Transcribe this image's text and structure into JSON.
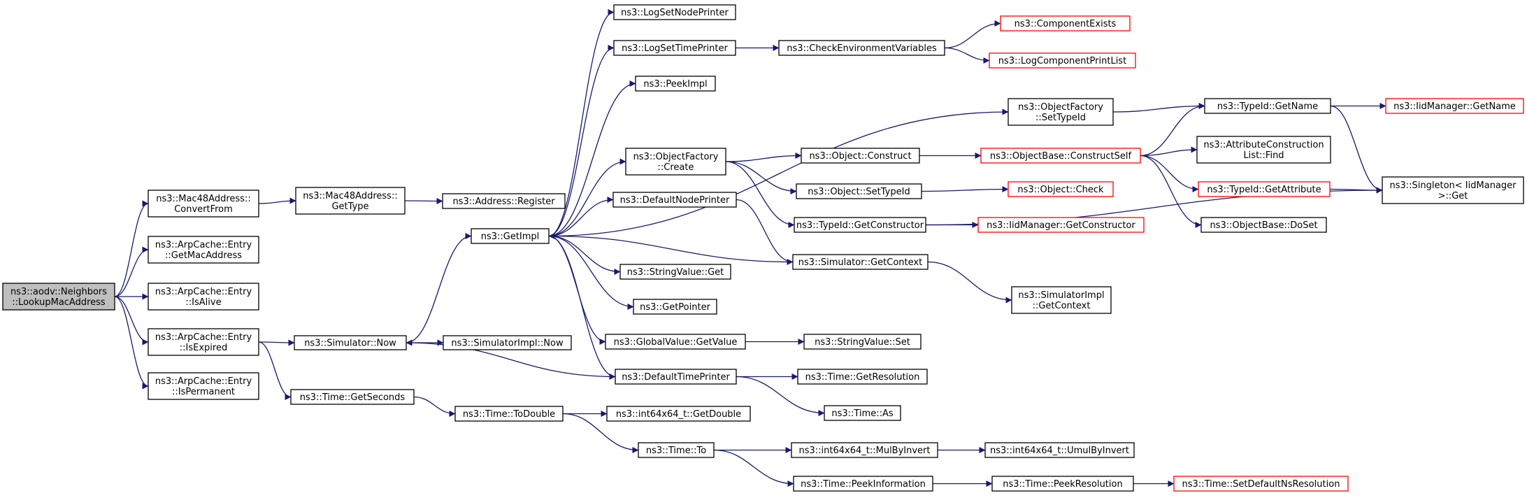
{
  "colors": {
    "edge": "#191970",
    "root_fill": "#bfbfbf",
    "external_border": "#ff0000",
    "border": "#000000"
  },
  "nodes": [
    {
      "id": "root",
      "lines": [
        "ns3::aodv::Neighbors",
        "::LookupMacAddress"
      ],
      "style": "root"
    },
    {
      "id": "m48conv",
      "lines": [
        "ns3::Mac48Address::",
        "ConvertFrom"
      ],
      "style": "normal"
    },
    {
      "id": "m48type",
      "lines": [
        "ns3::Mac48Address::",
        "GetType"
      ],
      "style": "normal"
    },
    {
      "id": "addrreg",
      "lines": [
        "ns3::Address::Register"
      ],
      "style": "normal"
    },
    {
      "id": "getmac",
      "lines": [
        "ns3::ArpCache::Entry",
        "::GetMacAddress"
      ],
      "style": "normal"
    },
    {
      "id": "isalive",
      "lines": [
        "ns3::ArpCache::Entry",
        "::IsAlive"
      ],
      "style": "normal"
    },
    {
      "id": "isexpired",
      "lines": [
        "ns3::ArpCache::Entry",
        "::IsExpired"
      ],
      "style": "normal"
    },
    {
      "id": "isperm",
      "lines": [
        "ns3::ArpCache::Entry",
        "::IsPermanent"
      ],
      "style": "normal"
    },
    {
      "id": "simnow",
      "lines": [
        "ns3::Simulator::Now"
      ],
      "style": "normal"
    },
    {
      "id": "simimplnow",
      "lines": [
        "ns3::SimulatorImpl::Now"
      ],
      "style": "normal"
    },
    {
      "id": "getsec",
      "lines": [
        "ns3::Time::GetSeconds"
      ],
      "style": "normal"
    },
    {
      "id": "todouble",
      "lines": [
        "ns3::Time::ToDouble"
      ],
      "style": "normal"
    },
    {
      "id": "getdouble",
      "lines": [
        "ns3::int64x64_t::GetDouble"
      ],
      "style": "normal"
    },
    {
      "id": "timeto",
      "lines": [
        "ns3::Time::To"
      ],
      "style": "normal"
    },
    {
      "id": "mulbyinv",
      "lines": [
        "ns3::int64x64_t::MulByInvert"
      ],
      "style": "normal"
    },
    {
      "id": "umulbyinv",
      "lines": [
        "ns3::int64x64_t::UmulByInvert"
      ],
      "style": "normal"
    },
    {
      "id": "peekinfo",
      "lines": [
        "ns3::Time::PeekInformation"
      ],
      "style": "normal"
    },
    {
      "id": "peekres",
      "lines": [
        "ns3::Time::PeekResolution"
      ],
      "style": "normal"
    },
    {
      "id": "setdefns",
      "lines": [
        "ns3::Time::SetDefaultNsResolution"
      ],
      "style": "external"
    },
    {
      "id": "getimpl",
      "lines": [
        "ns3::GetImpl"
      ],
      "style": "normal"
    },
    {
      "id": "lognode",
      "lines": [
        "ns3::LogSetNodePrinter"
      ],
      "style": "normal"
    },
    {
      "id": "logtime",
      "lines": [
        "ns3::LogSetTimePrinter"
      ],
      "style": "normal"
    },
    {
      "id": "checkenv",
      "lines": [
        "ns3::CheckEnvironmentVariables"
      ],
      "style": "normal"
    },
    {
      "id": "compexists",
      "lines": [
        "ns3::ComponentExists"
      ],
      "style": "external"
    },
    {
      "id": "logcomplist",
      "lines": [
        "ns3::LogComponentPrintList"
      ],
      "style": "external"
    },
    {
      "id": "peekimpl",
      "lines": [
        "ns3::PeekImpl"
      ],
      "style": "normal"
    },
    {
      "id": "ofsettype",
      "lines": [
        "ns3::ObjectFactory",
        "::SetTypeId"
      ],
      "style": "normal"
    },
    {
      "id": "tidgetname",
      "lines": [
        "ns3::TypeId::GetName"
      ],
      "style": "normal"
    },
    {
      "id": "iidgetname",
      "lines": [
        "ns3::IidManager::GetName"
      ],
      "style": "external"
    },
    {
      "id": "ofcreate",
      "lines": [
        "ns3::ObjectFactory",
        "::Create"
      ],
      "style": "normal"
    },
    {
      "id": "objconstruct",
      "lines": [
        "ns3::Object::Construct"
      ],
      "style": "normal"
    },
    {
      "id": "constructself",
      "lines": [
        "ns3::ObjectBase::ConstructSelf"
      ],
      "style": "external"
    },
    {
      "id": "attrlistfind",
      "lines": [
        "ns3::AttributeConstruction",
        "List::Find"
      ],
      "style": "normal"
    },
    {
      "id": "singleton",
      "lines": [
        "ns3::Singleton< IidManager",
        ">::Get"
      ],
      "style": "normal"
    },
    {
      "id": "objsettype",
      "lines": [
        "ns3::Object::SetTypeId"
      ],
      "style": "normal"
    },
    {
      "id": "objcheck",
      "lines": [
        "ns3::Object::Check"
      ],
      "style": "external"
    },
    {
      "id": "tidgetattr",
      "lines": [
        "ns3::TypeId::GetAttribute"
      ],
      "style": "external"
    },
    {
      "id": "doset",
      "lines": [
        "ns3::ObjectBase::DoSet"
      ],
      "style": "normal"
    },
    {
      "id": "tidgetctor",
      "lines": [
        "ns3::TypeId::GetConstructor"
      ],
      "style": "normal"
    },
    {
      "id": "iidgetctor",
      "lines": [
        "ns3::IidManager::GetConstructor"
      ],
      "style": "external"
    },
    {
      "id": "defnodeprinter",
      "lines": [
        "ns3::DefaultNodePrinter"
      ],
      "style": "normal"
    },
    {
      "id": "simgetctx",
      "lines": [
        "ns3::Simulator::GetContext"
      ],
      "style": "normal"
    },
    {
      "id": "simimplgetctx",
      "lines": [
        "ns3::SimulatorImpl",
        "::GetContext"
      ],
      "style": "normal"
    },
    {
      "id": "strvalget",
      "lines": [
        "ns3::StringValue::Get"
      ],
      "style": "normal"
    },
    {
      "id": "getpointer",
      "lines": [
        "ns3::GetPointer"
      ],
      "style": "normal"
    },
    {
      "id": "gvgetvalue",
      "lines": [
        "ns3::GlobalValue::GetValue"
      ],
      "style": "normal"
    },
    {
      "id": "strvalset",
      "lines": [
        "ns3::StringValue::Set"
      ],
      "style": "normal"
    },
    {
      "id": "deftimeprinter",
      "lines": [
        "ns3::DefaultTimePrinter"
      ],
      "style": "normal"
    },
    {
      "id": "getresolution",
      "lines": [
        "ns3::Time::GetResolution"
      ],
      "style": "normal"
    },
    {
      "id": "timeas",
      "lines": [
        "ns3::Time::As"
      ],
      "style": "normal"
    }
  ],
  "edges": [
    [
      "root",
      "m48conv"
    ],
    [
      "root",
      "getmac"
    ],
    [
      "root",
      "isalive"
    ],
    [
      "root",
      "isexpired"
    ],
    [
      "root",
      "isperm"
    ],
    [
      "m48conv",
      "m48type"
    ],
    [
      "m48type",
      "addrreg"
    ],
    [
      "isexpired",
      "simnow"
    ],
    [
      "isexpired",
      "getsec"
    ],
    [
      "simnow",
      "simimplnow"
    ],
    [
      "simnow",
      "getimpl"
    ],
    [
      "getsec",
      "todouble"
    ],
    [
      "todouble",
      "getdouble"
    ],
    [
      "todouble",
      "timeto"
    ],
    [
      "timeto",
      "mulbyinv"
    ],
    [
      "timeto",
      "peekinfo"
    ],
    [
      "mulbyinv",
      "umulbyinv"
    ],
    [
      "peekinfo",
      "peekres"
    ],
    [
      "peekres",
      "setdefns"
    ],
    [
      "getimpl",
      "lognode"
    ],
    [
      "getimpl",
      "logtime"
    ],
    [
      "getimpl",
      "peekimpl"
    ],
    [
      "getimpl",
      "ofsettype"
    ],
    [
      "getimpl",
      "ofcreate"
    ],
    [
      "getimpl",
      "defnodeprinter"
    ],
    [
      "getimpl",
      "strvalget"
    ],
    [
      "getimpl",
      "getpointer"
    ],
    [
      "getimpl",
      "gvgetvalue"
    ],
    [
      "getimpl",
      "deftimeprinter"
    ],
    [
      "logtime",
      "checkenv"
    ],
    [
      "checkenv",
      "compexists"
    ],
    [
      "checkenv",
      "logcomplist"
    ],
    [
      "ofsettype",
      "tidgetname"
    ],
    [
      "tidgetname",
      "iidgetname"
    ],
    [
      "tidgetname",
      "singleton"
    ],
    [
      "ofcreate",
      "objconstruct"
    ],
    [
      "ofcreate",
      "objsettype"
    ],
    [
      "ofcreate",
      "tidgetctor"
    ],
    [
      "objconstruct",
      "constructself"
    ],
    [
      "constructself",
      "tidgetname"
    ],
    [
      "constructself",
      "attrlistfind"
    ],
    [
      "constructself",
      "tidgetattr"
    ],
    [
      "constructself",
      "doset"
    ],
    [
      "tidgetattr",
      "singleton"
    ],
    [
      "objsettype",
      "objcheck"
    ],
    [
      "tidgetctor",
      "iidgetctor"
    ],
    [
      "tidgetctor",
      "singleton"
    ],
    [
      "defnodeprinter",
      "simgetctx"
    ],
    [
      "simgetctx",
      "getimpl"
    ],
    [
      "simgetctx",
      "simimplgetctx"
    ],
    [
      "gvgetvalue",
      "strvalset"
    ],
    [
      "deftimeprinter",
      "simnow"
    ],
    [
      "deftimeprinter",
      "getresolution"
    ],
    [
      "deftimeprinter",
      "timeas"
    ]
  ]
}
